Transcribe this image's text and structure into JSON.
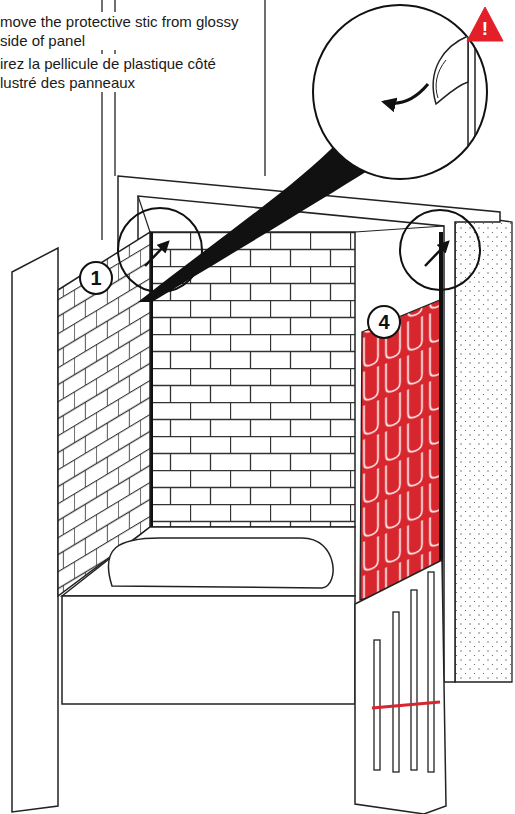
{
  "diagram": {
    "nodes": [
      {
        "text": [
          "!"
        ]
      },
      {
        "text": [
          "1"
        ]
      },
      {
        "text": [
          "4"
        ]
      }
    ],
    "labels": [
      "move the protective stic from glossy side of panel",
      "irez la pellicule de plastique côté lustré des panneaux"
    ]
  }
}
